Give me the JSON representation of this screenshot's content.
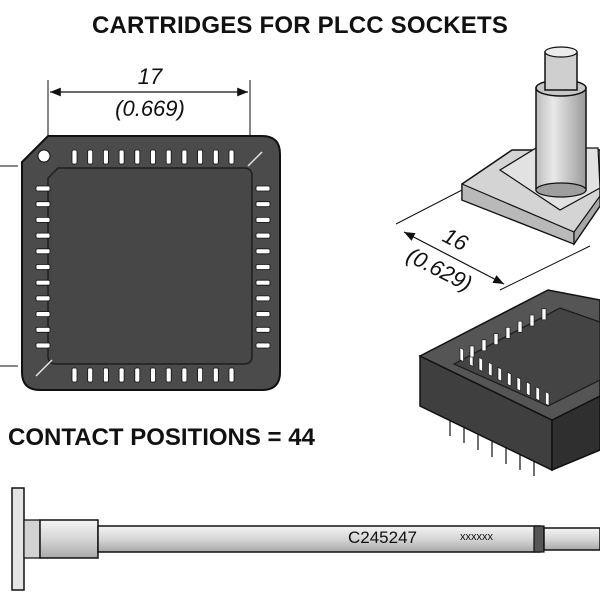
{
  "title": "CARTRIDGES FOR PLCC SOCKETS",
  "dim_top": {
    "value": "17",
    "inch": "(0.669)"
  },
  "dim_iso": {
    "value": "16",
    "inch": "(0.629)"
  },
  "contact_positions": "CONTACT POSITIONS = 44",
  "part_number": "C245247",
  "part_suffix": "xxxxxx",
  "pins_per_side": 11,
  "colors": {
    "socket_body": "#4a4a4a",
    "socket_dark": "#333333",
    "pin": "#ffffff",
    "outline": "#111111",
    "cartridge": "#d8d8d8"
  }
}
